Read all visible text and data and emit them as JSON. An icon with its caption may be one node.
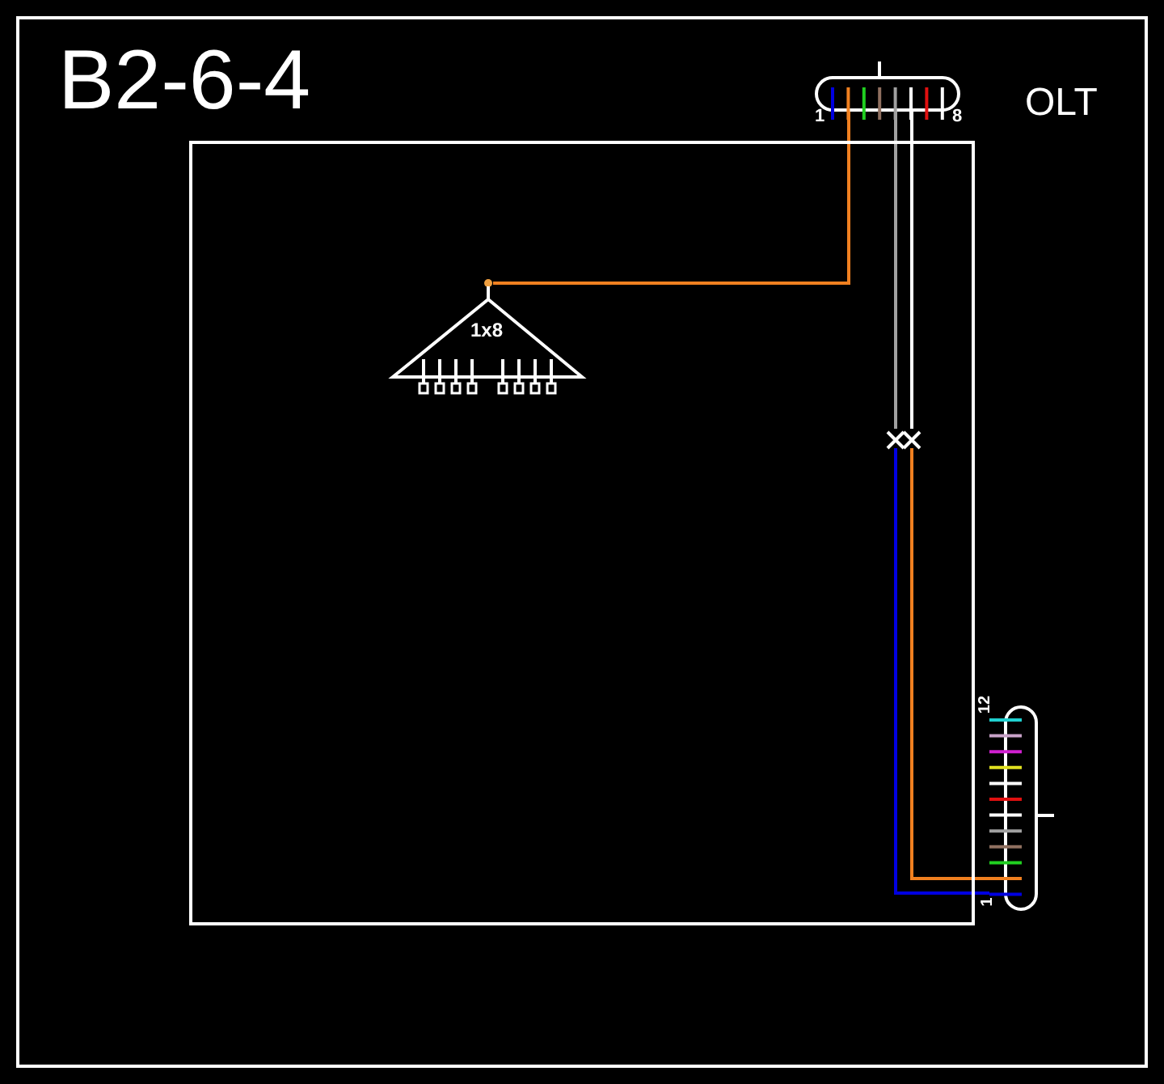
{
  "diagram": {
    "title": "B2-6-4",
    "nodes": [
      {
        "text": [],
        "shape": "box"
      },
      {
        "text": [
          "1",
          "8"
        ],
        "beside": [
          "OLT"
        ]
      },
      {
        "text": [
          "1x8"
        ],
        "in": 0
      },
      {
        "text": [],
        "shape": "cross",
        "in": 0
      },
      {
        "text": [],
        "shape": "cross",
        "in": 0
      },
      {
        "text": [
          "12",
          "1"
        ]
      }
    ],
    "edges": [
      {
        "from": 1,
        "to": 2,
        "arrow": "none",
        "color": "#f08020"
      },
      {
        "from": 1,
        "to": 3,
        "arrow": "none",
        "color": "#a0a0a0"
      },
      {
        "from": 1,
        "to": 4,
        "arrow": "none",
        "color": "#ffffff"
      },
      {
        "from": 3,
        "to": 5,
        "arrow": "none",
        "color": "#0000e0"
      },
      {
        "from": 4,
        "to": 5,
        "arrow": "none",
        "color": "#f08020"
      }
    ]
  }
}
